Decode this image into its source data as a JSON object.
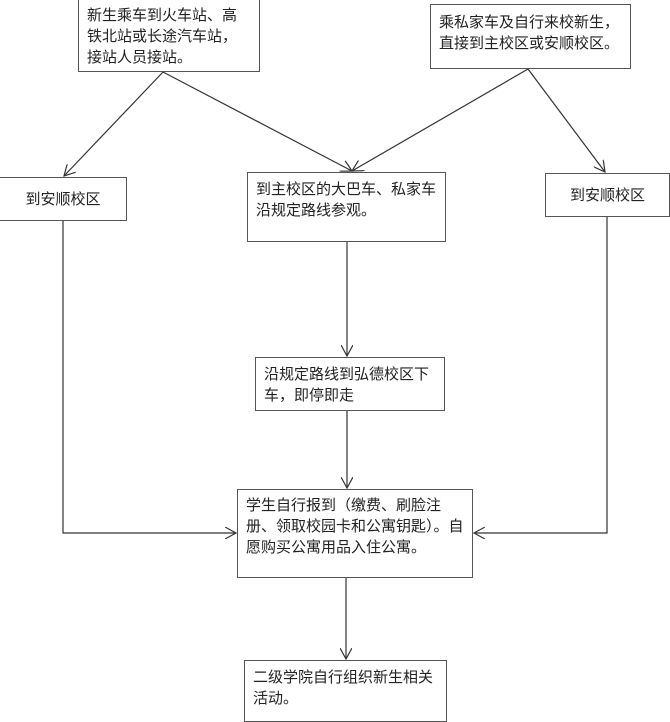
{
  "diagram": {
    "type": "flowchart",
    "nodes": {
      "start_rail": "新生乘车到火车站、高铁北站或长途汽车站，接站人员接站。",
      "start_car": "乘私家车及自行来校新生，直接到主校区或安顺校区。",
      "anshun_left": "到安顺校区",
      "main_campus": "到主校区的大巴车、私家车沿规定路线参观。",
      "anshun_right": "到安顺校区",
      "hongde": "沿规定路线到弘德校区下车，即停即走",
      "report": "学生自行报到（缴费、刷脸注册、领取校园卡和公寓钥匙）。自愿购买公寓用品入住公寓。",
      "college": "二级学院自行组织新生相关活动。"
    },
    "edges": [
      {
        "from": "start_rail",
        "to": "anshun_left"
      },
      {
        "from": "start_rail",
        "to": "main_campus"
      },
      {
        "from": "start_car",
        "to": "main_campus"
      },
      {
        "from": "start_car",
        "to": "anshun_right"
      },
      {
        "from": "main_campus",
        "to": "hongde"
      },
      {
        "from": "hongde",
        "to": "report"
      },
      {
        "from": "anshun_left",
        "to": "report"
      },
      {
        "from": "anshun_right",
        "to": "report"
      },
      {
        "from": "report",
        "to": "college"
      }
    ],
    "colors": {
      "line": "#333333",
      "border": "#555555",
      "background": "#ffffff"
    }
  }
}
